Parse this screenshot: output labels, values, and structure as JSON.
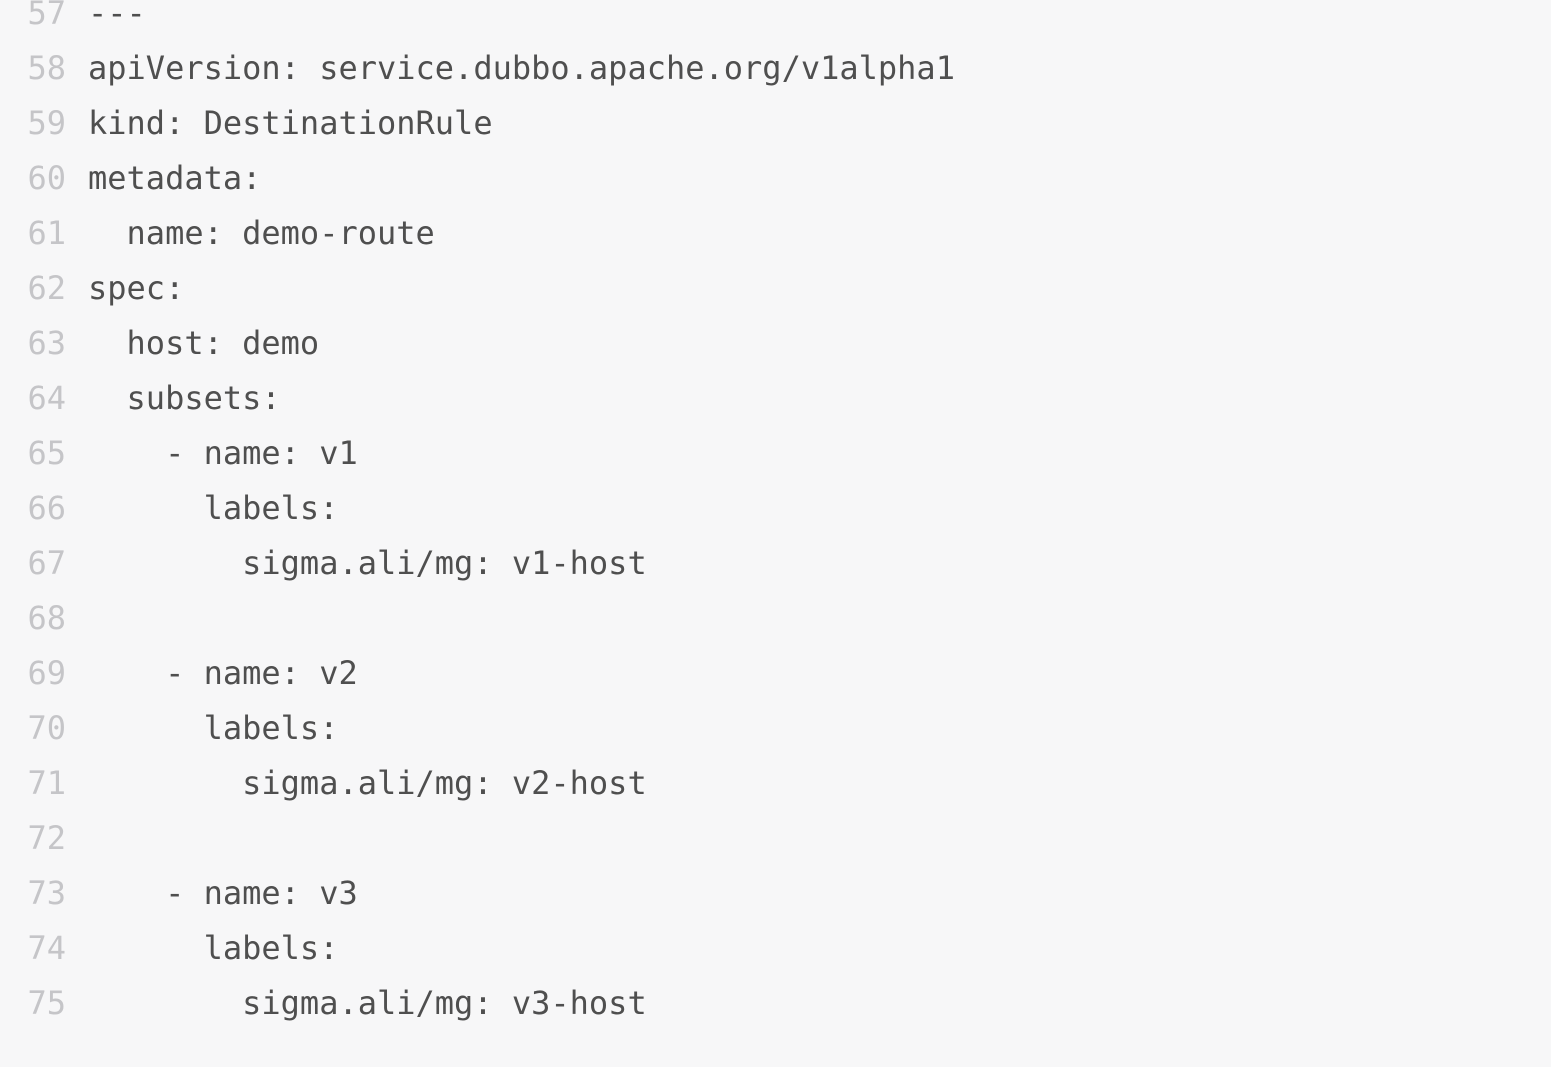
{
  "code_viewer": {
    "first_line_number": 57,
    "last_line_number": 75,
    "colors": {
      "background": "#f7f7f8",
      "line_number": "#c5c5c8",
      "code_text": "#4f4f4f"
    },
    "lines": [
      {
        "number": "57",
        "text": "---"
      },
      {
        "number": "58",
        "text": "apiVersion: service.dubbo.apache.org/v1alpha1"
      },
      {
        "number": "59",
        "text": "kind: DestinationRule"
      },
      {
        "number": "60",
        "text": "metadata:"
      },
      {
        "number": "61",
        "text": "  name: demo-route"
      },
      {
        "number": "62",
        "text": "spec:"
      },
      {
        "number": "63",
        "text": "  host: demo"
      },
      {
        "number": "64",
        "text": "  subsets:"
      },
      {
        "number": "65",
        "text": "    - name: v1"
      },
      {
        "number": "66",
        "text": "      labels:"
      },
      {
        "number": "67",
        "text": "        sigma.ali/mg: v1-host"
      },
      {
        "number": "68",
        "text": ""
      },
      {
        "number": "69",
        "text": "    - name: v2"
      },
      {
        "number": "70",
        "text": "      labels:"
      },
      {
        "number": "71",
        "text": "        sigma.ali/mg: v2-host"
      },
      {
        "number": "72",
        "text": ""
      },
      {
        "number": "73",
        "text": "    - name: v3"
      },
      {
        "number": "74",
        "text": "      labels:"
      },
      {
        "number": "75",
        "text": "        sigma.ali/mg: v3-host"
      }
    ]
  }
}
